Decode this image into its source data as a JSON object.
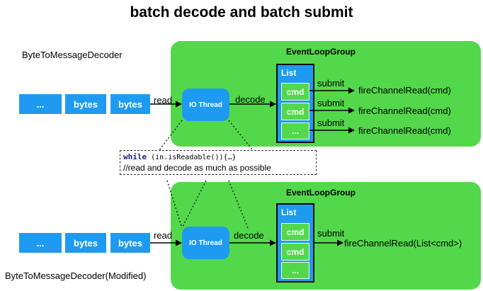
{
  "title": "batch decode and batch submit",
  "top": {
    "decoder_label": "ByteToMessageDecoder",
    "group_title": "EventLoopGroup",
    "byte_boxes": [
      "...",
      "bytes",
      "bytes"
    ],
    "read_label": "read",
    "io_thread": "IO Thread",
    "decode_label": "decode",
    "list_title": "List",
    "cmds": [
      "cmd",
      "cmd",
      "..."
    ],
    "submit_labels": [
      "submit",
      "submit",
      "submit"
    ],
    "fire_labels": [
      "fireChannelRead(cmd)",
      "fireChannelRead(cmd)",
      "fireChannelRead(cmd)"
    ]
  },
  "code": {
    "keyword": "while",
    "condition": " (in.isReadable()){…}",
    "comment": "//read and decode as much as possible"
  },
  "bottom": {
    "decoder_label": "ByteToMessageDecoder(Modified)",
    "group_title": "EventLoopGroup",
    "byte_boxes": [
      "...",
      "bytes",
      "bytes"
    ],
    "read_label": "read",
    "io_thread": "IO Thread",
    "decode_label": "decode",
    "list_title": "List",
    "cmds": [
      "cmd",
      "cmd",
      "..."
    ],
    "submit_label": "submit",
    "fire_label": "fireChannelRead(List<cmd>)"
  },
  "colors": {
    "group_green": "#53d84b",
    "box_blue": "#1e9bf0"
  }
}
